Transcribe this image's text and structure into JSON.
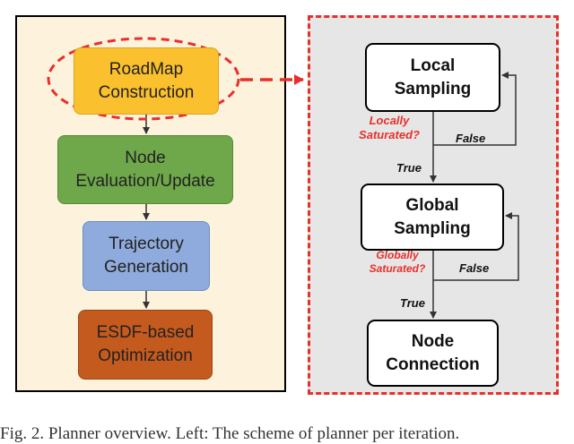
{
  "left_nodes": {
    "roadmap": "RoadMap\nConstruction",
    "node_eval": "Node\nEvaluation/Update",
    "trajectory": "Trajectory\nGeneration",
    "esdf": "ESDF-based\nOptimization"
  },
  "right_nodes": {
    "local": "Local\nSampling",
    "global": "Global\nSampling",
    "connection": "Node\nConnection"
  },
  "labels": {
    "locally_saturated": "Locally\nSaturated?",
    "globally_saturated": "Globally\nSaturated?",
    "false_1": "False",
    "true_1": "True",
    "false_2": "False",
    "true_2": "True"
  },
  "caption": "Fig. 2. Planner overview. Left: The scheme of planner per iteration."
}
